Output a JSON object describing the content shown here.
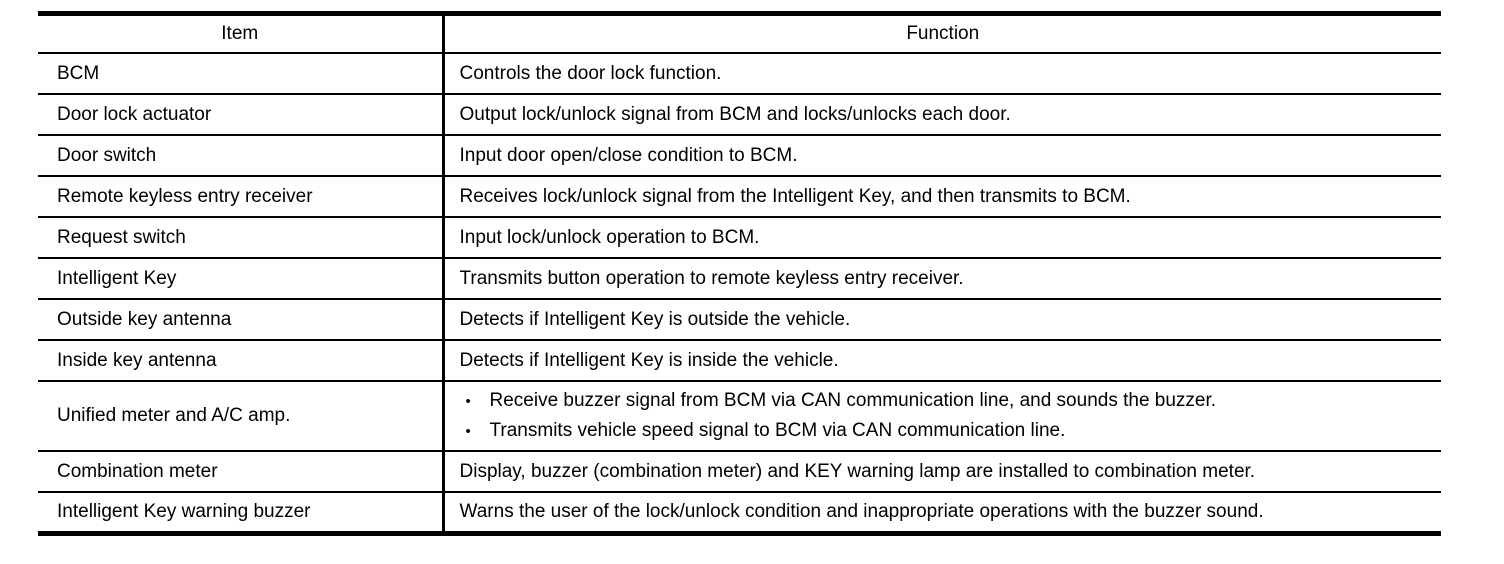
{
  "colors": {
    "background": "#ffffff",
    "line": "#000000",
    "text": "#000000"
  },
  "bullet_char": "•",
  "table": {
    "headers": {
      "item": "Item",
      "function": "Function"
    },
    "rows": [
      {
        "item": "BCM",
        "function": "Controls the door lock function."
      },
      {
        "item": "Door lock actuator",
        "function": "Output lock/unlock signal from BCM and locks/unlocks each door."
      },
      {
        "item": "Door switch",
        "function": "Input door open/close condition to BCM."
      },
      {
        "item": "Remote keyless entry receiver",
        "function": "Receives lock/unlock signal from the Intelligent Key, and then transmits to BCM."
      },
      {
        "item": "Request switch",
        "function": "Input lock/unlock operation to BCM."
      },
      {
        "item": "Intelligent Key",
        "function": "Transmits button operation to remote keyless entry receiver."
      },
      {
        "item": "Outside key antenna",
        "function": "Detects if Intelligent Key is outside the vehicle."
      },
      {
        "item": "Inside key antenna",
        "function": "Detects if Intelligent Key is inside the vehicle."
      },
      {
        "item": "Unified meter and A/C amp.",
        "functions": [
          "Receive buzzer signal from BCM via CAN communication line, and sounds the buzzer.",
          "Transmits vehicle speed signal to BCM via CAN communication line."
        ]
      },
      {
        "item": "Combination meter",
        "function": "Display, buzzer (combination meter) and KEY warning lamp are installed to combination meter."
      },
      {
        "item": "Intelligent Key warning buzzer",
        "function": "Warns the user of the lock/unlock condition and inappropriate operations with the buzzer sound."
      }
    ]
  }
}
